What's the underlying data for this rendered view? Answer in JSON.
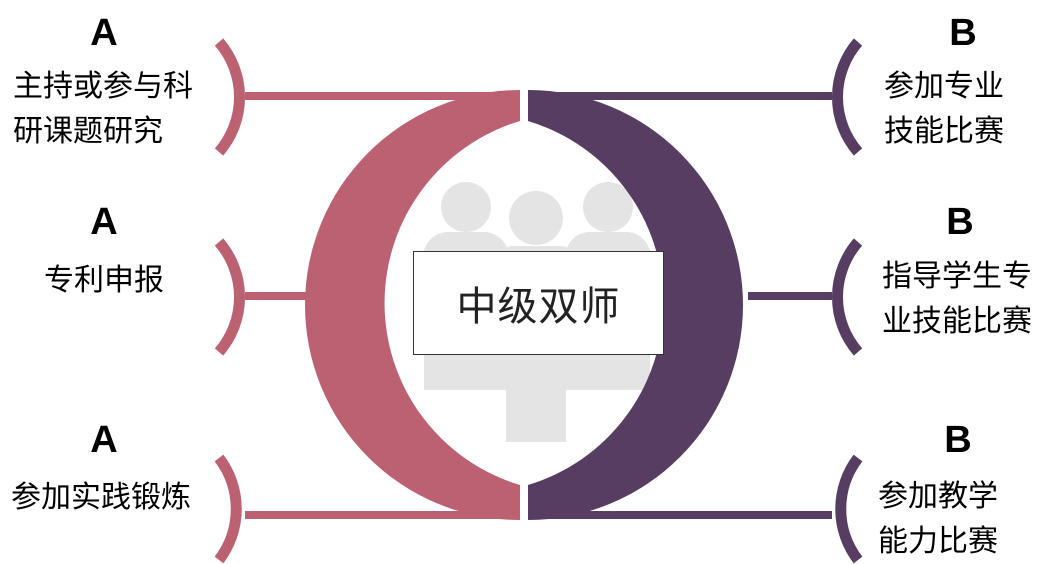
{
  "colors": {
    "left_accent": "#bc6172",
    "right_accent": "#583d63",
    "people_icon": "#e4e4e4",
    "background": "#ffffff"
  },
  "center": {
    "label": "中级双师",
    "icon": "people-group-icon"
  },
  "left_column": {
    "items": [
      {
        "letter": "A",
        "text": "主持或参与科\n研课题研究"
      },
      {
        "letter": "A",
        "text": "专利申报"
      },
      {
        "letter": "A",
        "text": "参加实践锻炼"
      }
    ]
  },
  "right_column": {
    "items": [
      {
        "letter": "B",
        "text": "参加专业\n技能比赛"
      },
      {
        "letter": "B",
        "text": "指导学生专\n业技能比赛"
      },
      {
        "letter": "B",
        "text": "参加教学\n能力比赛"
      }
    ]
  }
}
